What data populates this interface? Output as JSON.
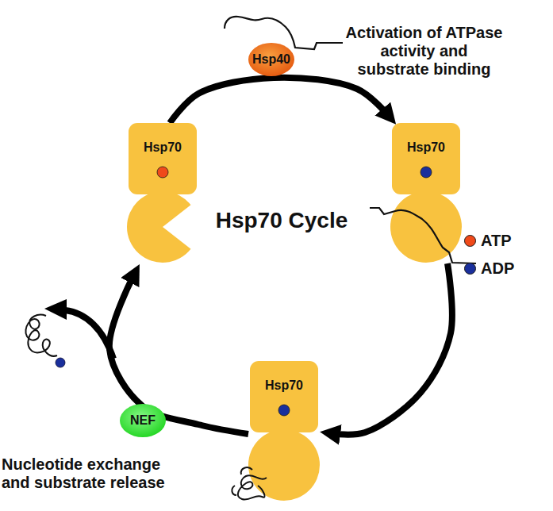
{
  "diagram": {
    "nodes": [
      {
        "text": [
          "Hsp40"
        ]
      },
      {
        "text": [
          "Hsp70"
        ]
      },
      {
        "text": [
          "Hsp70"
        ]
      },
      {
        "text": [
          "Hsp70"
        ]
      },
      {
        "text": [
          "NEF"
        ]
      }
    ],
    "edges": [
      {
        "from": 1,
        "to": 2,
        "arrow": "to"
      },
      {
        "from": 2,
        "to": 3,
        "arrow": "to"
      },
      {
        "from": 3,
        "to": 1,
        "arrow": "to"
      }
    ],
    "labels": [
      "Activation of ATPase activity and substrate binding",
      "Hsp70 Cycle",
      "Nucleotide exchange and substrate release"
    ],
    "legend": [
      {
        "text": "ATP",
        "color": "#f04a1a"
      },
      {
        "text": "ADP",
        "color": "#1a2f9c"
      }
    ]
  }
}
